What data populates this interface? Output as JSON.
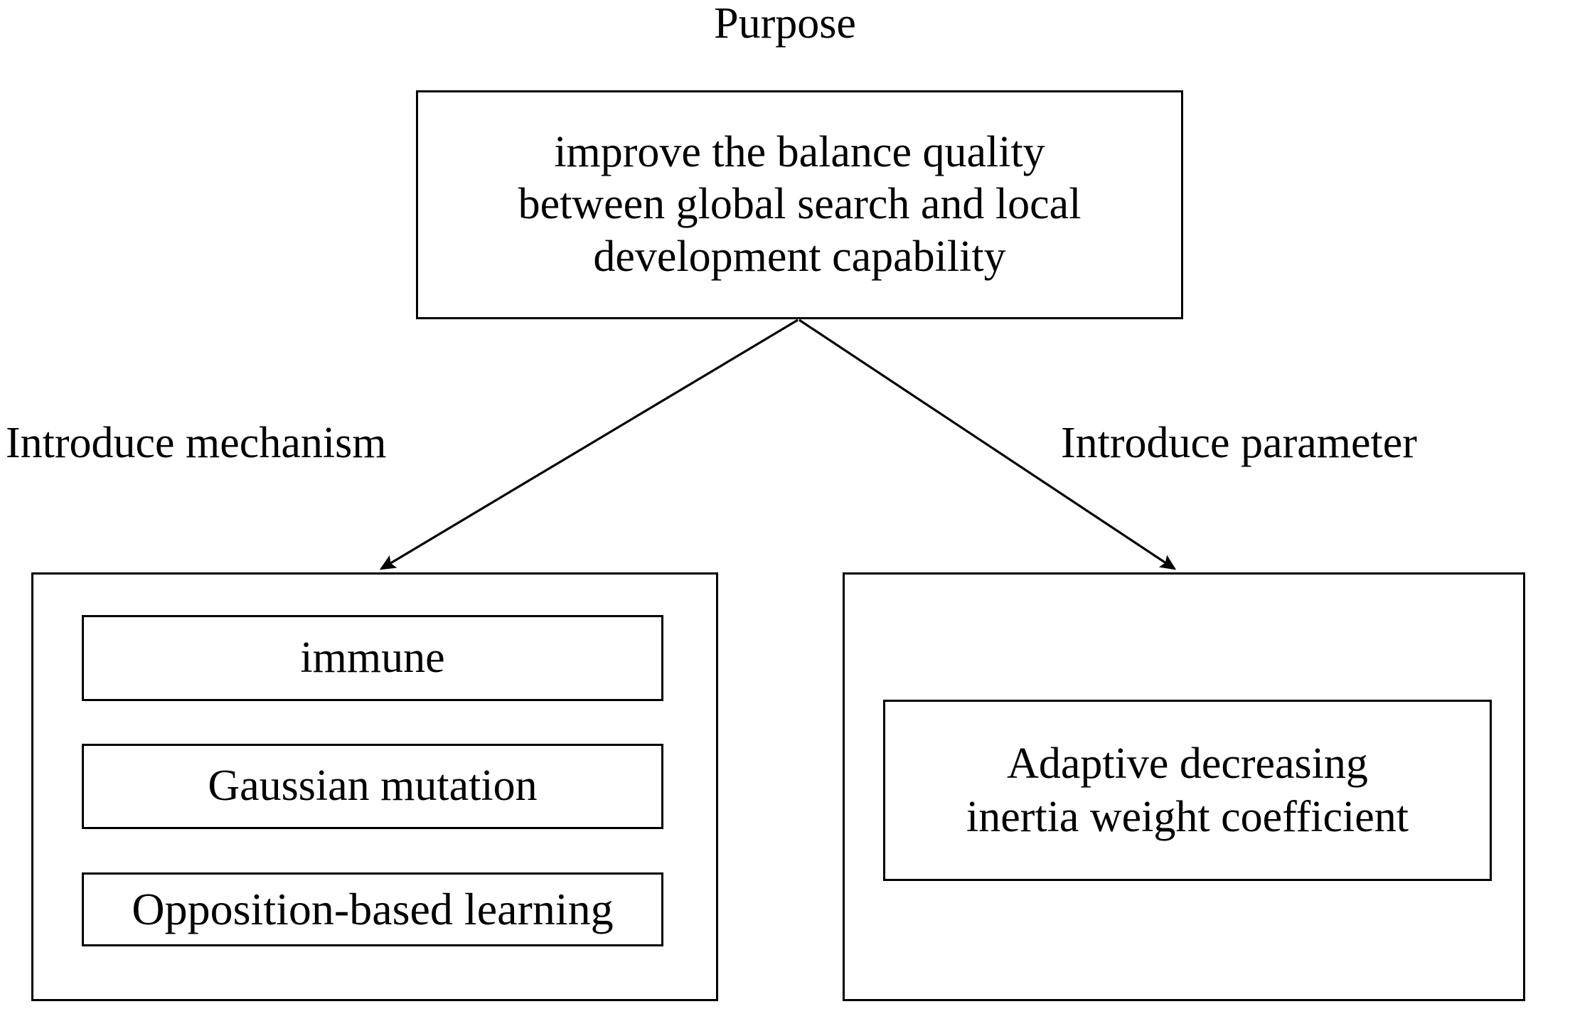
{
  "diagram": {
    "title_label": "Purpose",
    "purpose_box": {
      "line1": "improve the balance quality",
      "line2": "between global search and local",
      "line3": "development capability",
      "full_text": "improve the balance quality between global search and local development capability"
    },
    "branches": [
      {
        "label": "Introduce mechanism",
        "items": [
          "immune",
          "Gaussian mutation",
          "Opposition-based learning"
        ]
      },
      {
        "label": "Introduce parameter",
        "items": [
          "Adaptive decreasing inertia weight coefficient"
        ]
      }
    ],
    "right_item_lines": {
      "line1": "Adaptive decreasing",
      "line2": "inertia weight coefficient"
    },
    "style": {
      "background": "#ffffff",
      "stroke": "#000000",
      "text_color": "#000000"
    },
    "connectors": [
      {
        "name": "arrow-to-mechanism",
        "from": "purpose-box-bottom",
        "to": "mechanism-container-top"
      },
      {
        "name": "arrow-to-parameter",
        "from": "purpose-box-bottom",
        "to": "parameter-container-top"
      }
    ]
  }
}
